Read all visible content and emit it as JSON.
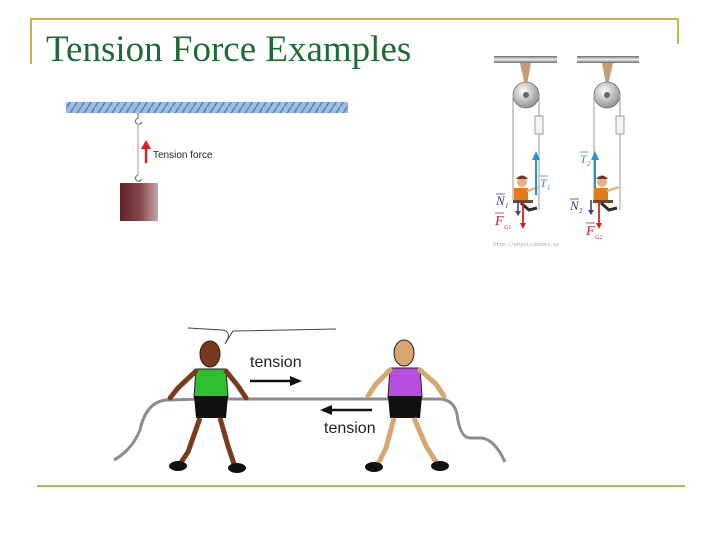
{
  "title": "Tension Force Examples",
  "hanging_mass": {
    "label": "Tension force",
    "colors": {
      "ceiling": "#8fb0d8",
      "arrow": "#d32121",
      "block": "#7a3a3e"
    }
  },
  "pulley_figure": {
    "left": {
      "T": "T",
      "T_sub": "1",
      "N": "N",
      "N_sub": "1",
      "F": "F",
      "F_sub": "G1"
    },
    "right": {
      "T": "T",
      "T_sub": "2",
      "N": "N",
      "N_sub": "2",
      "F": "F",
      "F_sub": "G2"
    },
    "source": "http://physicsbooks.ws",
    "colors": {
      "tension": "#2a8fd6",
      "normal": "#4a3a8c",
      "gravity": "#d32121"
    }
  },
  "tug_of_war": {
    "label_right": "tension",
    "label_left": "tension",
    "colors": {
      "left_shirt": "#2fbf2f",
      "right_shirt": "#b64fe0",
      "rope": "#8c8c8c"
    }
  },
  "colors": {
    "title": "#1e6b34",
    "rule": "#c8b24a"
  }
}
